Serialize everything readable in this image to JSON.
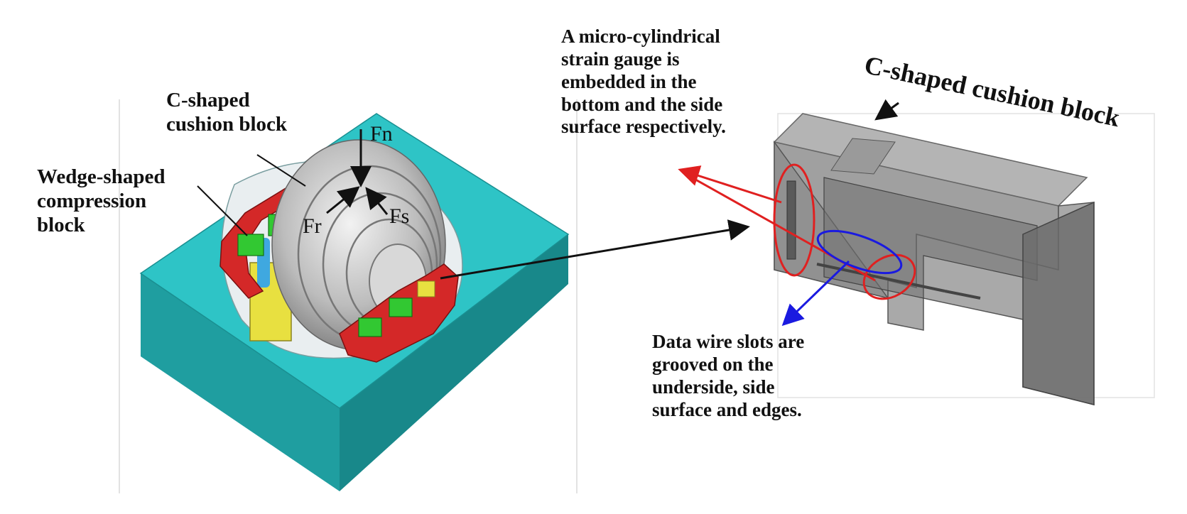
{
  "left_assembly": {
    "labels": {
      "c_shaped": [
        "C-shaped",
        "cushion block"
      ],
      "wedge": [
        "Wedge-shaped",
        "compression",
        "block"
      ]
    },
    "forces": {
      "normal": "Fn",
      "radial": "Fr",
      "shear": "Fs"
    },
    "colors": {
      "base": "#2ec4c6",
      "cushion": "#d42828",
      "wedge": "#32c832",
      "bearing": "#b8b8b8",
      "yellow": "#e8e040"
    }
  },
  "right_part": {
    "title": "C-shaped cushion block",
    "gauge_note": [
      "A micro-cylindrical",
      "strain gauge is",
      "embedded in the",
      "bottom and the side",
      "surface respectively."
    ],
    "wire_note": [
      "Data wire slots are",
      "grooved on the",
      "underside, side",
      "surface and edges."
    ],
    "colors": {
      "body": "#8c8c8c",
      "gauge_marker": "#e02020",
      "wire_marker": "#1a1ae0"
    }
  }
}
